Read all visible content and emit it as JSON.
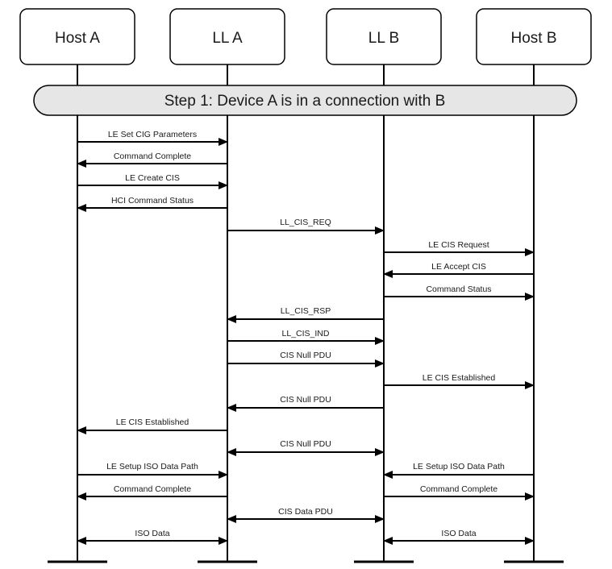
{
  "actors": [
    {
      "id": "host_a",
      "label": "Host A"
    },
    {
      "id": "ll_a",
      "label": "LL A"
    },
    {
      "id": "ll_b",
      "label": "LL B"
    },
    {
      "id": "host_b",
      "label": "Host B"
    }
  ],
  "step": {
    "label": "Step 1: Device A is in a connection with B"
  },
  "messages": [
    {
      "label": "LE Set CIG Parameters",
      "from": "host_a",
      "to": "ll_a",
      "bidirectional": false
    },
    {
      "label": "Command Complete",
      "from": "ll_a",
      "to": "host_a",
      "bidirectional": false
    },
    {
      "label": "LE Create CIS",
      "from": "host_a",
      "to": "ll_a",
      "bidirectional": false
    },
    {
      "label": "HCI Command Status",
      "from": "ll_a",
      "to": "host_a",
      "bidirectional": false
    },
    {
      "label": "LL_CIS_REQ",
      "from": "ll_a",
      "to": "ll_b",
      "bidirectional": false
    },
    {
      "label": "LE CIS Request",
      "from": "ll_b",
      "to": "host_b",
      "bidirectional": false
    },
    {
      "label": "LE Accept CIS",
      "from": "host_b",
      "to": "ll_b",
      "bidirectional": false
    },
    {
      "label": "Command Status",
      "from": "ll_b",
      "to": "host_b",
      "bidirectional": false
    },
    {
      "label": "LL_CIS_RSP",
      "from": "ll_b",
      "to": "ll_a",
      "bidirectional": false
    },
    {
      "label": "LL_CIS_IND",
      "from": "ll_a",
      "to": "ll_b",
      "bidirectional": false
    },
    {
      "label": "CIS Null PDU",
      "from": "ll_a",
      "to": "ll_b",
      "bidirectional": false
    },
    {
      "label": "LE CIS Established",
      "from": "ll_b",
      "to": "host_b",
      "bidirectional": false
    },
    {
      "label": "CIS Null PDU",
      "from": "ll_b",
      "to": "ll_a",
      "bidirectional": false
    },
    {
      "label": "LE CIS Established",
      "from": "ll_a",
      "to": "host_a",
      "bidirectional": false
    },
    {
      "label": "CIS Null PDU",
      "from": "ll_a",
      "to": "ll_b",
      "bidirectional": true
    },
    {
      "label": "LE Setup ISO Data Path",
      "from": "host_a",
      "to": "ll_a",
      "bidirectional": false
    },
    {
      "label": "LE Setup ISO Data Path",
      "from": "host_b",
      "to": "ll_b",
      "bidirectional": false
    },
    {
      "label": "Command Complete",
      "from": "ll_a",
      "to": "host_a",
      "bidirectional": false
    },
    {
      "label": "Command Complete",
      "from": "ll_b",
      "to": "host_b",
      "bidirectional": false
    },
    {
      "label": "CIS Data PDU",
      "from": "ll_a",
      "to": "ll_b",
      "bidirectional": true
    },
    {
      "label": "ISO Data",
      "from": "host_a",
      "to": "ll_a",
      "bidirectional": true
    },
    {
      "label": "ISO Data",
      "from": "ll_b",
      "to": "host_b",
      "bidirectional": true
    }
  ]
}
